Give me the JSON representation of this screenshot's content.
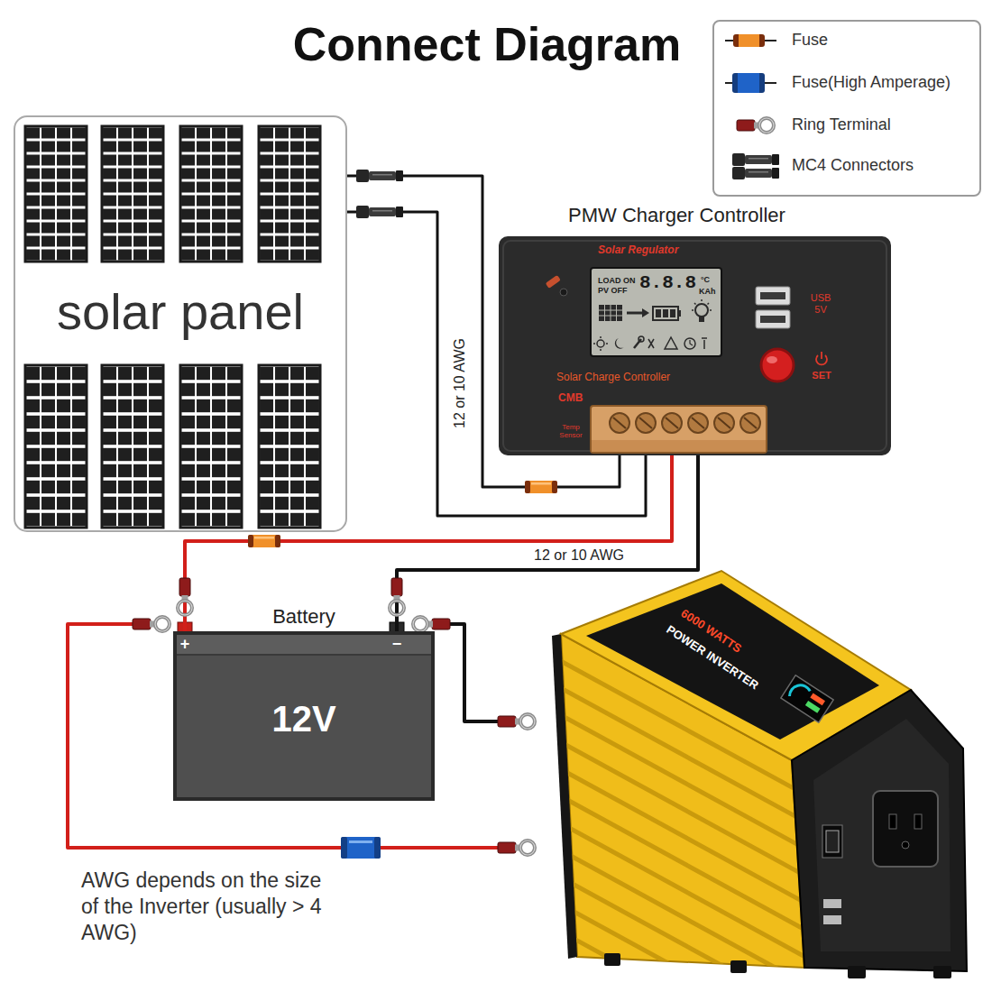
{
  "diagram": {
    "title": "Connect Diagram",
    "nodes": [
      {
        "text": [
          "solar panel"
        ]
      },
      {
        "text": [
          "PMW Charger Controller",
          "Solar Regulator",
          "LOAD ON",
          "PV OFF",
          "8.8.8",
          "°C",
          "KAh",
          "USB 5V",
          "SET",
          "Solar Charge Controller",
          "CMB",
          "Temp Sensor"
        ]
      },
      {
        "text": [
          "Battery",
          "12V",
          "+",
          "−"
        ]
      },
      {
        "text": [
          "6000 WATTS",
          "POWER INVERTER"
        ]
      }
    ],
    "edges": [
      {
        "from": 0,
        "to": 1,
        "arrow": "none",
        "label": "12 or 10 AWG"
      },
      {
        "from": 0,
        "to": 1,
        "arrow": "none"
      },
      {
        "from": 1,
        "to": 2,
        "arrow": "none"
      },
      {
        "from": 1,
        "to": 2,
        "arrow": "none",
        "label": "12 or 10 AWG"
      }
    ],
    "labels": [
      "AWG depends on the size of the Inverter (usually > 4 AWG)"
    ],
    "legend": [
      {
        "text": "Fuse",
        "color": "#f0902a"
      },
      {
        "text": "Fuse(High Amperage)",
        "color": "#1f63c8"
      },
      {
        "text": "Ring Terminal"
      },
      {
        "text": "MC4 Connectors"
      }
    ]
  }
}
